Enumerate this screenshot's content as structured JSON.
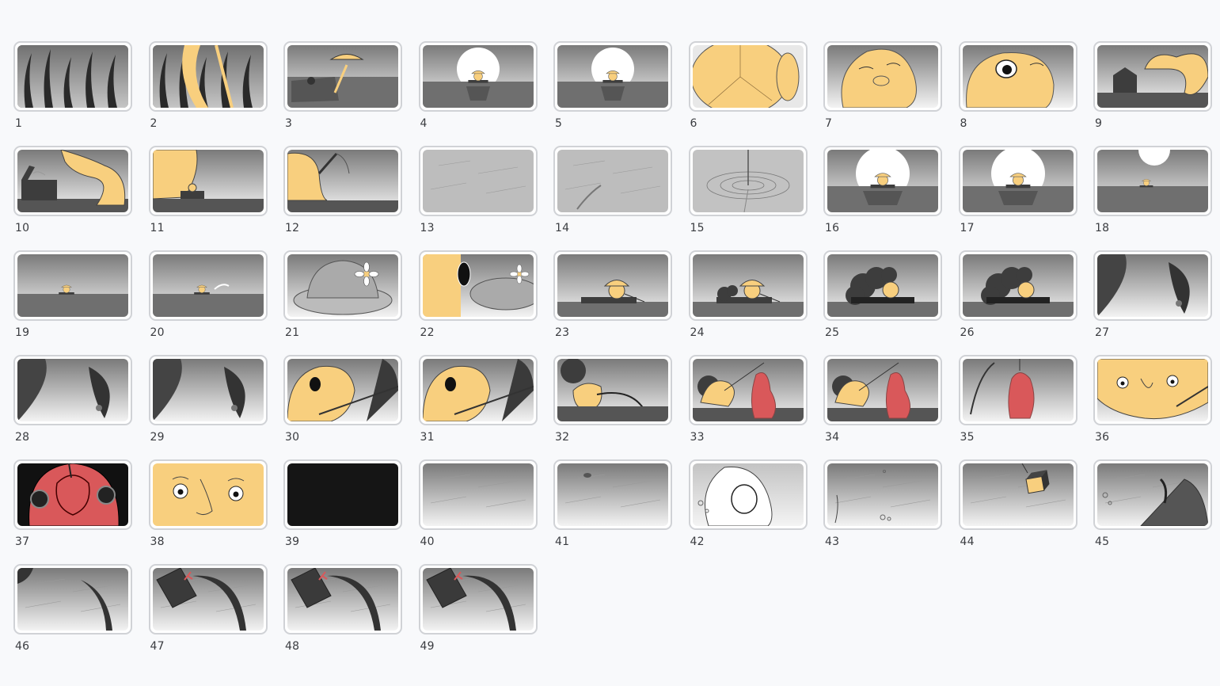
{
  "panels": [
    {
      "number": "1",
      "scene": "reeds"
    },
    {
      "number": "2",
      "scene": "reeds-yellow"
    },
    {
      "number": "3",
      "scene": "boat-hat"
    },
    {
      "number": "4",
      "scene": "moon-boat"
    },
    {
      "number": "5",
      "scene": "moon-boat"
    },
    {
      "number": "6",
      "scene": "hat-close"
    },
    {
      "number": "7",
      "scene": "face-sleep"
    },
    {
      "number": "8",
      "scene": "face-eye"
    },
    {
      "number": "9",
      "scene": "box-hand"
    },
    {
      "number": "10",
      "scene": "box-open"
    },
    {
      "number": "11",
      "scene": "hand-boat"
    },
    {
      "number": "12",
      "scene": "hand-rod"
    },
    {
      "number": "13",
      "scene": "water"
    },
    {
      "number": "14",
      "scene": "water-line"
    },
    {
      "number": "15",
      "scene": "ripple"
    },
    {
      "number": "16",
      "scene": "moon-boat-big"
    },
    {
      "number": "17",
      "scene": "moon-boat-big"
    },
    {
      "number": "18",
      "scene": "moon-small"
    },
    {
      "number": "19",
      "scene": "far-boat"
    },
    {
      "number": "20",
      "scene": "far-boat-splash"
    },
    {
      "number": "21",
      "scene": "hat-flower"
    },
    {
      "number": "22",
      "scene": "eye-hat"
    },
    {
      "number": "23",
      "scene": "mid-boat"
    },
    {
      "number": "24",
      "scene": "mid-boat-smoke"
    },
    {
      "number": "25",
      "scene": "smoke-big"
    },
    {
      "number": "26",
      "scene": "smoke-big"
    },
    {
      "number": "27",
      "scene": "hook-curve"
    },
    {
      "number": "28",
      "scene": "hook-curve"
    },
    {
      "number": "29",
      "scene": "hook-curve"
    },
    {
      "number": "30",
      "scene": "face-rod"
    },
    {
      "number": "31",
      "scene": "face-rod"
    },
    {
      "number": "32",
      "scene": "rod-bend"
    },
    {
      "number": "33",
      "scene": "red-fish"
    },
    {
      "number": "34",
      "scene": "red-fish"
    },
    {
      "number": "35",
      "scene": "red-fish-rope"
    },
    {
      "number": "36",
      "scene": "face-up"
    },
    {
      "number": "37",
      "scene": "red-close"
    },
    {
      "number": "38",
      "scene": "face-worry"
    },
    {
      "number": "39",
      "scene": "black"
    },
    {
      "number": "40",
      "scene": "blank-streak"
    },
    {
      "number": "41",
      "scene": "blank-dot"
    },
    {
      "number": "42",
      "scene": "white-eye"
    },
    {
      "number": "43",
      "scene": "streak-bubble"
    },
    {
      "number": "44",
      "scene": "falling-box"
    },
    {
      "number": "45",
      "scene": "dark-shape"
    },
    {
      "number": "46",
      "scene": "curve-dark"
    },
    {
      "number": "47",
      "scene": "book-curve"
    },
    {
      "number": "48",
      "scene": "book-curve"
    },
    {
      "number": "49",
      "scene": "book-curve"
    }
  ],
  "colors": {
    "background": "#f8f9fb",
    "frame_border": "#d0d2d6",
    "label": "#3a3c40",
    "yellow": "#f8cf7e",
    "red": "#d9585a",
    "dark": "#3d3d3d"
  }
}
